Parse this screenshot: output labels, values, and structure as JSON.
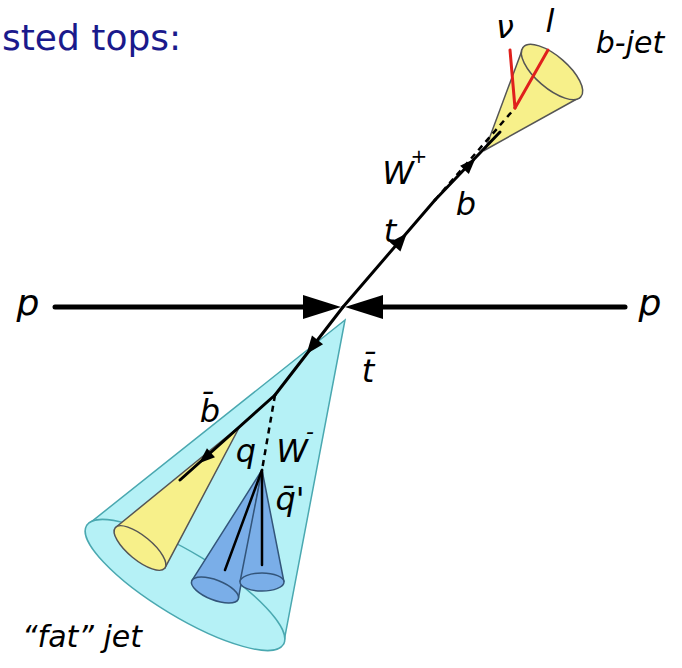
{
  "diagram": {
    "title": "sted tops:",
    "labels": [
      "ν",
      "l",
      "b-jet",
      "W",
      "+",
      "b",
      "t",
      "p",
      "p",
      "t̄",
      "b̄",
      "W",
      "-",
      "q",
      "q̄'",
      "“fat” jet"
    ]
  }
}
